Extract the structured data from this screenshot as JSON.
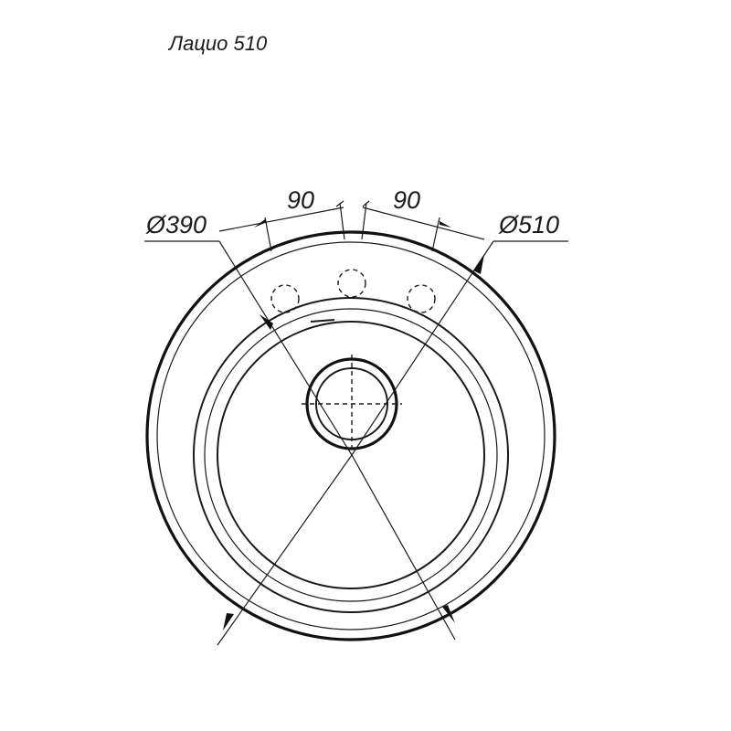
{
  "title": "Лацио 510",
  "dimensions": {
    "inner_diameter": "Ø390",
    "outer_diameter": "Ø510",
    "hole_spacing_left": "90",
    "hole_spacing_right": "90"
  }
}
